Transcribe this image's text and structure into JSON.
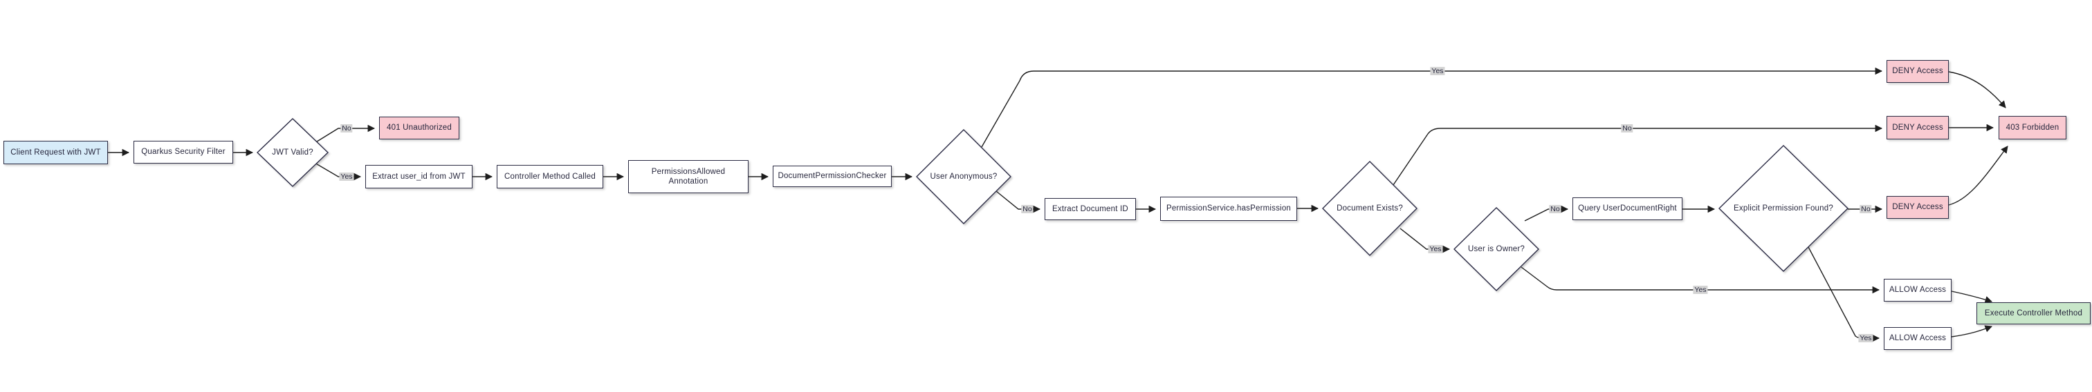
{
  "diagram_type": "flowchart",
  "colors": {
    "background": "#ffffff",
    "node_fill": "#ffffff",
    "node_stroke": "#2c2c44",
    "start_fill": "#d7ecf9",
    "deny_fill": "#f9cad1",
    "allow_exec_fill": "#c8e6c9",
    "edge_color": "#1d1d1d",
    "edge_label_bg": "#d4d4d4",
    "text": "#26263c"
  },
  "nodes": {
    "client_request": {
      "label": "Client Request with JWT",
      "shape": "rect",
      "fill": "blue"
    },
    "security_filter": {
      "label": "Quarkus Security Filter",
      "shape": "rect"
    },
    "jwt_valid": {
      "label": "JWT Valid?",
      "shape": "diamond"
    },
    "unauthorized": {
      "label": "401 Unauthorized",
      "shape": "rect",
      "fill": "pink"
    },
    "extract_user": {
      "label": "Extract user_id from JWT",
      "shape": "rect"
    },
    "controller_called": {
      "label": "Controller Method Called",
      "shape": "rect"
    },
    "permissions_annotation": {
      "label": "PermissionsAllowed Annotation",
      "shape": "rect"
    },
    "permission_checker": {
      "label": "DocumentPermissionChecker",
      "shape": "rect"
    },
    "user_anonymous": {
      "label": "User Anonymous?",
      "shape": "diamond"
    },
    "extract_doc": {
      "label": "Extract Document ID",
      "shape": "rect"
    },
    "has_permission": {
      "label": "PermissionService.hasPermission",
      "shape": "rect"
    },
    "doc_exists": {
      "label": "Document Exists?",
      "shape": "diamond"
    },
    "user_owner": {
      "label": "User is Owner?",
      "shape": "diamond"
    },
    "query_right": {
      "label": "Query UserDocumentRight",
      "shape": "rect"
    },
    "explicit_found": {
      "label": "Explicit Permission Found?",
      "shape": "diamond"
    },
    "deny_top": {
      "label": "DENY Access",
      "shape": "rect",
      "fill": "pink"
    },
    "deny_mid": {
      "label": "DENY Access",
      "shape": "rect",
      "fill": "pink"
    },
    "deny_low": {
      "label": "DENY Access",
      "shape": "rect",
      "fill": "pink"
    },
    "forbidden": {
      "label": "403 Forbidden",
      "shape": "rect",
      "fill": "pink"
    },
    "allow_top": {
      "label": "ALLOW Access",
      "shape": "rect"
    },
    "allow_low": {
      "label": "ALLOW Access",
      "shape": "rect"
    },
    "execute": {
      "label": "Execute Controller Method",
      "shape": "rect",
      "fill": "green"
    }
  },
  "edge_labels": {
    "jwt_no": "No",
    "jwt_yes": "Yes",
    "anon_yes": "Yes",
    "anon_no": "No",
    "exists_no": "No",
    "exists_yes": "Yes",
    "owner_no": "No",
    "owner_yes": "Yes",
    "explicit_no": "No",
    "explicit_yes": "Yes"
  },
  "edges": [
    {
      "from": "client_request",
      "to": "security_filter",
      "label": ""
    },
    {
      "from": "security_filter",
      "to": "jwt_valid",
      "label": ""
    },
    {
      "from": "jwt_valid",
      "to": "unauthorized",
      "label": "No"
    },
    {
      "from": "jwt_valid",
      "to": "extract_user",
      "label": "Yes"
    },
    {
      "from": "extract_user",
      "to": "controller_called",
      "label": ""
    },
    {
      "from": "controller_called",
      "to": "permissions_annotation",
      "label": ""
    },
    {
      "from": "permissions_annotation",
      "to": "permission_checker",
      "label": ""
    },
    {
      "from": "permission_checker",
      "to": "user_anonymous",
      "label": ""
    },
    {
      "from": "user_anonymous",
      "to": "deny_top",
      "label": "Yes"
    },
    {
      "from": "user_anonymous",
      "to": "extract_doc",
      "label": "No"
    },
    {
      "from": "extract_doc",
      "to": "has_permission",
      "label": ""
    },
    {
      "from": "has_permission",
      "to": "doc_exists",
      "label": ""
    },
    {
      "from": "doc_exists",
      "to": "deny_mid",
      "label": "No"
    },
    {
      "from": "doc_exists",
      "to": "user_owner",
      "label": "Yes"
    },
    {
      "from": "user_owner",
      "to": "query_right",
      "label": "No"
    },
    {
      "from": "user_owner",
      "to": "allow_top",
      "label": "Yes"
    },
    {
      "from": "query_right",
      "to": "explicit_found",
      "label": ""
    },
    {
      "from": "explicit_found",
      "to": "deny_low",
      "label": "No"
    },
    {
      "from": "explicit_found",
      "to": "allow_low",
      "label": "Yes"
    },
    {
      "from": "deny_top",
      "to": "forbidden",
      "label": ""
    },
    {
      "from": "deny_mid",
      "to": "forbidden",
      "label": ""
    },
    {
      "from": "deny_low",
      "to": "forbidden",
      "label": ""
    },
    {
      "from": "allow_top",
      "to": "execute",
      "label": ""
    },
    {
      "from": "allow_low",
      "to": "execute",
      "label": ""
    }
  ]
}
